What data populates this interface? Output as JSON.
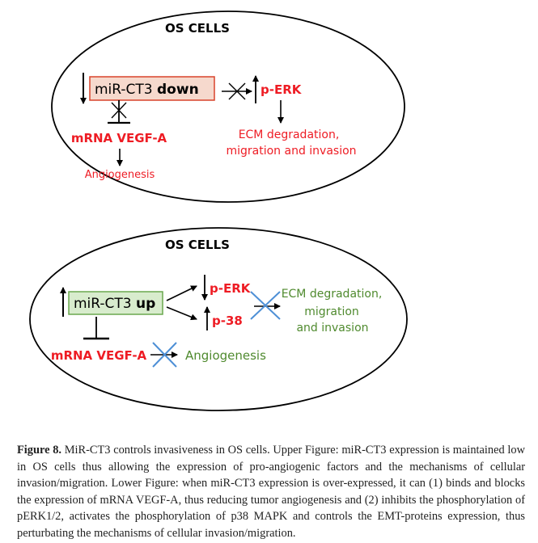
{
  "colors": {
    "red": "#ee1c24",
    "green": "#4f8a2e",
    "blue_cross": "#4d8fd6",
    "box_red_fill": "#f6d9cd",
    "box_red_stroke": "#d9432b",
    "box_green_fill": "#d8eccd",
    "box_green_stroke": "#6aa84f"
  },
  "upper": {
    "title": "OS CELLS",
    "box_text": "miR-CT3 ",
    "box_bold": "down",
    "perk": "p-ERK",
    "vegf": "mRNA VEGF-A",
    "angio": "Angiogenesis",
    "ecm_line1": "ECM degradation,",
    "ecm_line2": "migration and invasion"
  },
  "lower": {
    "title": "OS CELLS",
    "box_text": "miR-CT3 ",
    "box_bold": "up",
    "perk": "p-ERK",
    "p38": "p-38",
    "vegf": "mRNA VEGF-A",
    "angio": "Angiogenesis",
    "ecm_line1": "ECM degradation,",
    "ecm_line2": "migration",
    "ecm_line3": "and invasion"
  },
  "caption": {
    "label": "Figure 8.",
    "text": " MiR-CT3 controls invasiveness in OS cells. Upper Figure: miR-CT3 expression is maintained low in OS cells thus allowing the expression of pro-angiogenic factors and the mechanisms of cellular invasion/migration. Lower Figure: when miR-CT3 expression is over-expressed, it can (1) binds and blocks the expression of mRNA VEGF-A, thus reducing tumor angiogenesis and (2) inhibits the phosphorylation of pERK1/2, activates the phosphorylation of p38 MAPK and controls the EMT-proteins expression, thus perturbating the mechanisms of cellular invasion/migration."
  }
}
